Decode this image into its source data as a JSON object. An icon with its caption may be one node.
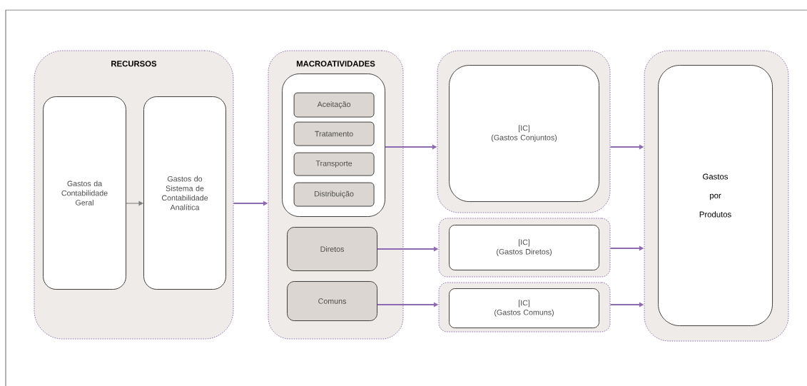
{
  "diagram": {
    "nodes": [
      {
        "text": [
          "RECURSOS"
        ]
      },
      {
        "text": [
          "Gastos da Contabilidade Geral"
        ],
        "in": 0
      },
      {
        "text": [
          "Gastos do Sistema de Contabilidade Analítica"
        ],
        "in": 0
      },
      {
        "text": [
          "MACROATIVIDADES"
        ]
      },
      {
        "text": [],
        "shape": "box",
        "in": 3
      },
      {
        "text": [
          "Aceitação"
        ],
        "in": 4
      },
      {
        "text": [
          "Tratamento"
        ],
        "in": 4
      },
      {
        "text": [
          "Transporte"
        ],
        "in": 4
      },
      {
        "text": [
          "Distribuição"
        ],
        "in": 4
      },
      {
        "text": [
          "Diretos"
        ],
        "in": 3
      },
      {
        "text": [
          "Comuns"
        ],
        "in": 3
      },
      {
        "text": [],
        "shape": "box"
      },
      {
        "text": [
          "[IC]",
          "(Gastos Conjuntos)"
        ],
        "in": 11
      },
      {
        "text": [],
        "shape": "box"
      },
      {
        "text": [
          "[IC]",
          "(Gastos Diretos)"
        ],
        "in": 13
      },
      {
        "text": [],
        "shape": "box"
      },
      {
        "text": [
          "[IC]",
          "(Gastos Comuns)"
        ],
        "in": 15
      },
      {
        "text": [],
        "shape": "box"
      },
      {
        "text": [
          "Gastos",
          "por",
          "Produtos"
        ],
        "in": 17
      }
    ],
    "edges": [
      {
        "from": 1,
        "to": 2,
        "arrow": "to",
        "color": "#7f7f7f"
      },
      {
        "from": 0,
        "to": 3,
        "arrow": "to"
      },
      {
        "from": 4,
        "to": 11,
        "arrow": "to"
      },
      {
        "from": 9,
        "to": 13,
        "arrow": "to"
      },
      {
        "from": 10,
        "to": 15,
        "arrow": "to"
      },
      {
        "from": 11,
        "to": 17,
        "arrow": "to"
      },
      {
        "from": 13,
        "to": 17,
        "arrow": "to"
      },
      {
        "from": 15,
        "to": 17,
        "arrow": "to"
      }
    ]
  }
}
